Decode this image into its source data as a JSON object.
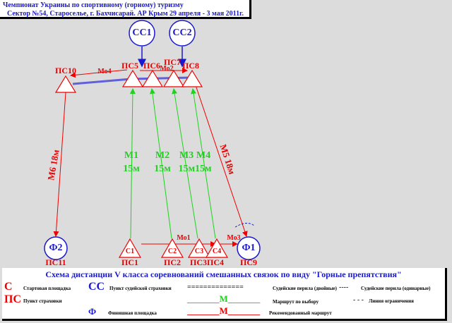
{
  "title": {
    "line1": "Чемпионат Украины по спортивному (горному) туризму",
    "line2": "Сектор №54, Староселье, г. Бахчисарай. АР Крым 29 апреля - 3 мая 2011г."
  },
  "nodes": {
    "ss1": "СС1",
    "ss2": "СС2",
    "ps10": "ПС10",
    "ps5": "ПС5",
    "ps6": "ПС6",
    "ps7": "ПС7",
    "ps8": "ПС8",
    "f1": "Ф1",
    "f2": "Ф2",
    "c1": "С1",
    "c2": "С2",
    "c3": "С3",
    "c4": "С4",
    "ps11": "ПС11",
    "ps1": "ПС1",
    "ps2": "ПС2",
    "ps3ps4": "ПС3ПС4",
    "ps9": "ПС9"
  },
  "stages": {
    "mo1": "Мо1",
    "mo2": "Мо2",
    "mo3": "Мо3",
    "mo4": "Мо4",
    "m1": "М1",
    "m2": "М2",
    "m3": "М3",
    "m4": "М4",
    "len": "15м",
    "len34": "15м15м",
    "m5": "М5 18м",
    "m6": "М6 18м"
  },
  "legend": {
    "title": "Схема дистанции V класса соревнований смешанных связок по виду \"Горные препятствия\"",
    "c_sym": "С",
    "c_txt": "Стартовая площадка",
    "cc_sym": "СС",
    "cc_txt": "Пункт судейской страховки",
    "double_line": "==============",
    "double_txt": "Судейские перила (двойные)",
    "single_line": "----",
    "single_txt": "Судейские перила (одинарные)",
    "ps_sym": "ПС",
    "ps_txt": "Пункт страховки",
    "choice_line": "_______М_______",
    "choice_txt": "Маршрут по выбору",
    "limit_line": "- - -",
    "limit_txt": "Линия ограничения",
    "f_sym": "Ф",
    "f_txt": "Финишная площадка",
    "rec_line": "_______М_______",
    "rec_txt": "Рекомендованный маршрут"
  },
  "colors": {
    "red": "#e00000",
    "blue": "#1a1acc",
    "green": "#1ed21e",
    "bg": "#dcdcdc"
  }
}
